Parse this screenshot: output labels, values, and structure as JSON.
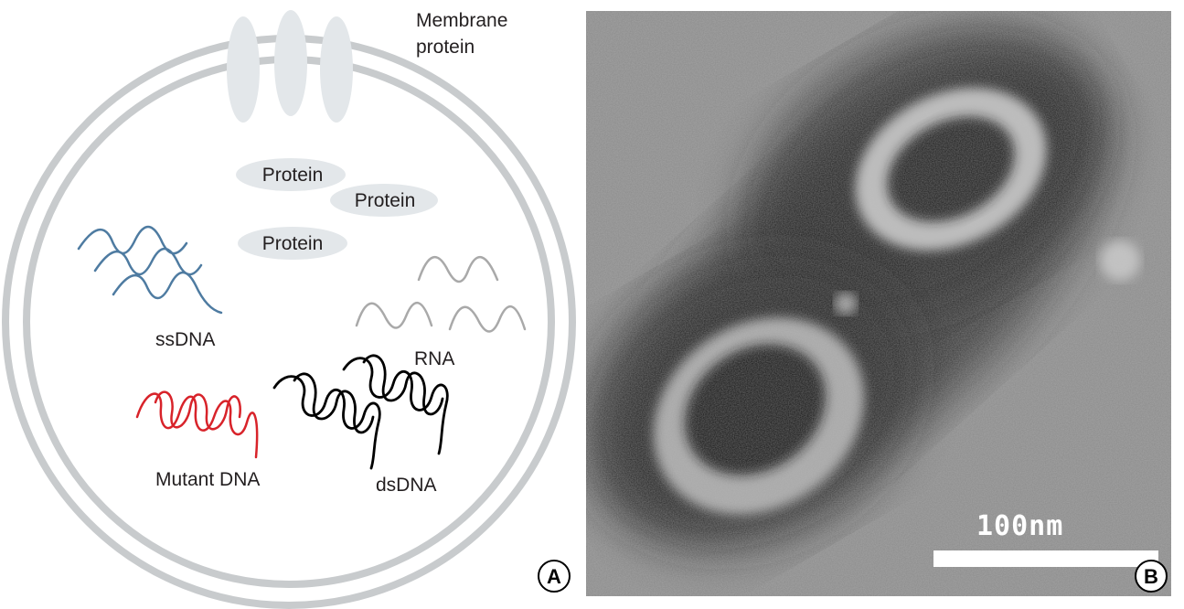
{
  "panel_a": {
    "labels": {
      "membrane_protein_line1": "Membrane",
      "membrane_protein_line2": "protein",
      "protein_1": "Protein",
      "protein_2": "Protein",
      "protein_3": "Protein",
      "ssdna": "ssDNA",
      "rna": "RNA",
      "mutant_dna": "Mutant DNA",
      "dsdna": "dsDNA"
    },
    "badge": "A",
    "colors": {
      "membrane": "#c8cbcd",
      "protein_fill": "#e3e7ea",
      "ssdna": "#4e7ba1",
      "rna": "#a9a9a9",
      "mutant_dna": "#d8232a",
      "dsdna": "#000000"
    }
  },
  "panel_b": {
    "scale_bar_label": "100nm",
    "badge": "B",
    "image_description_icon": "electron-micrograph-vesicles"
  }
}
